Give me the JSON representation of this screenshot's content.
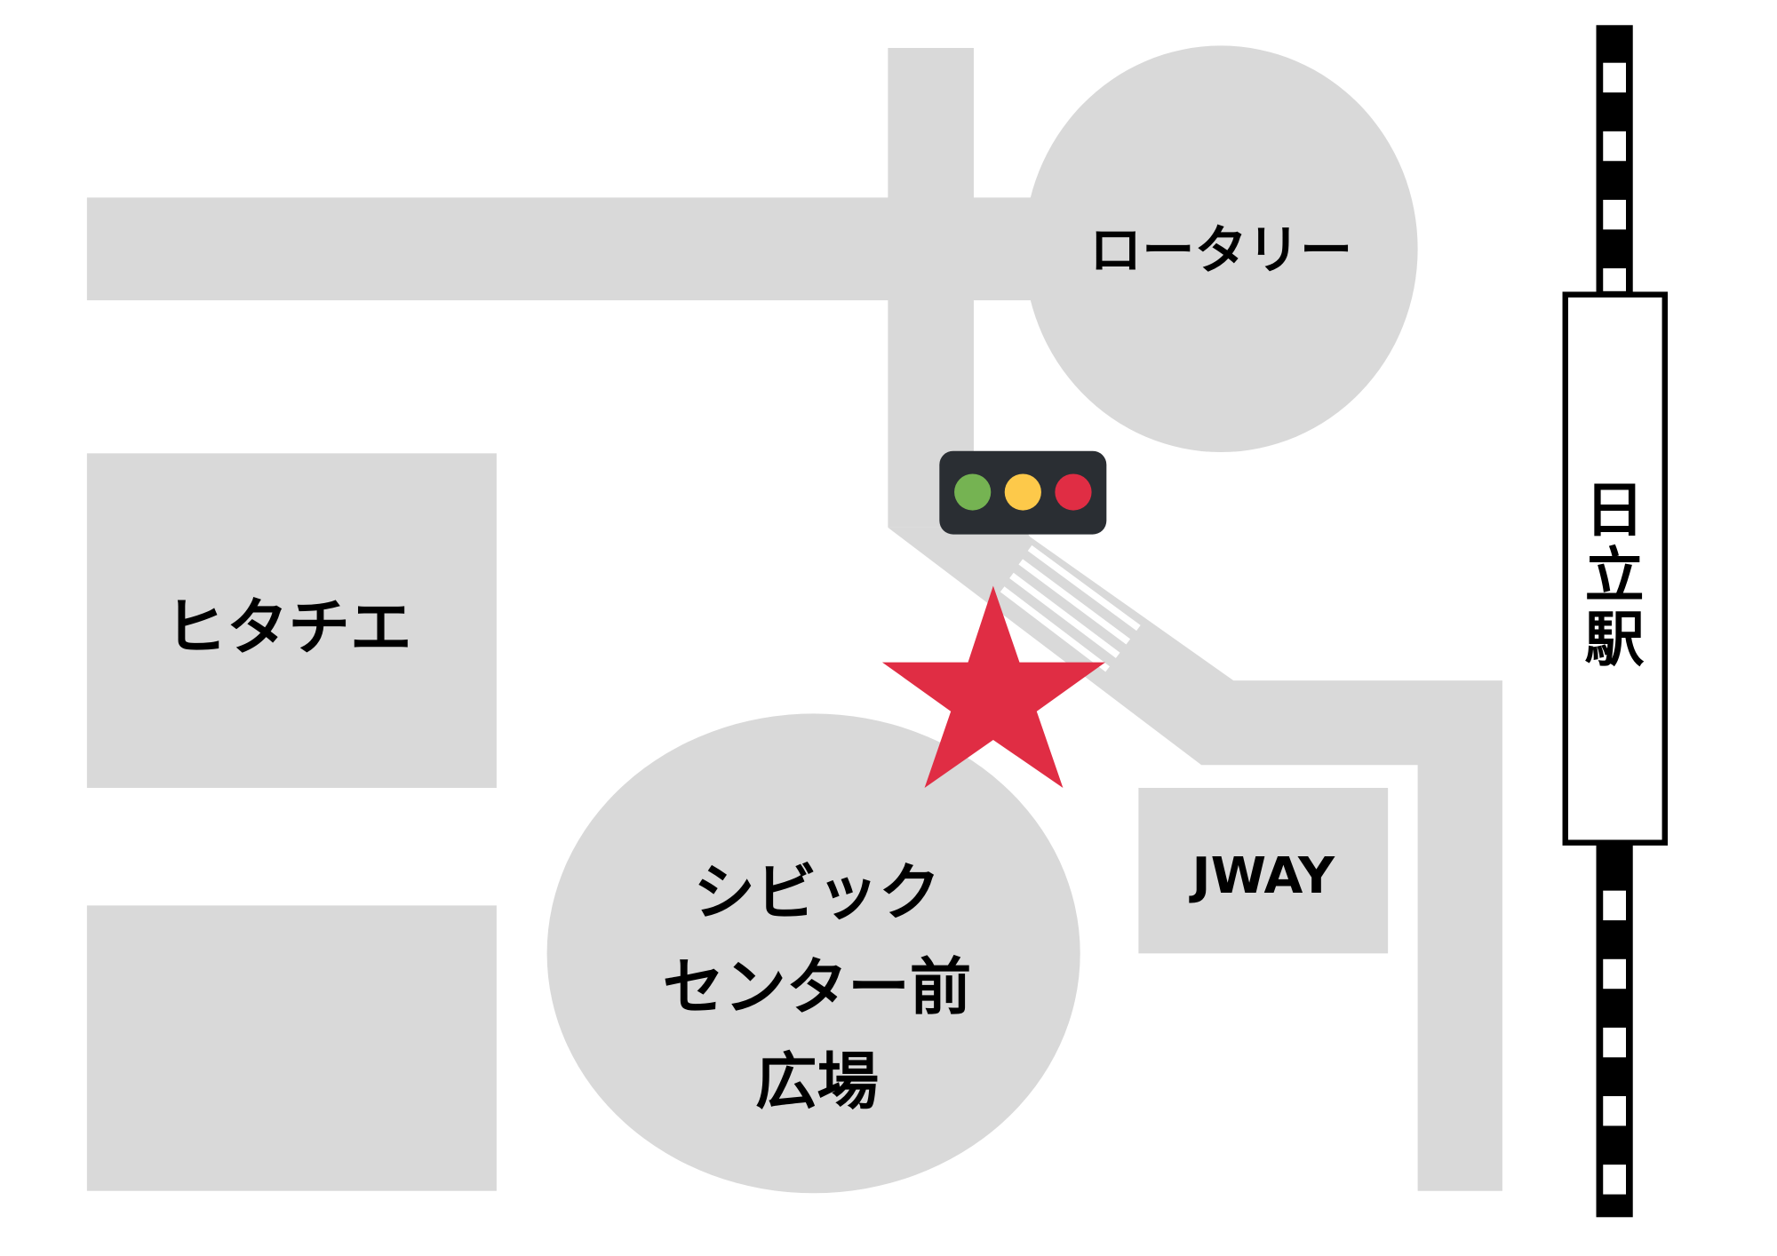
{
  "map": {
    "colors": {
      "road": "#d9d9d9",
      "background": "#ffffff",
      "star": "#e02d44",
      "signal_body": "#2a2e33",
      "signal_green": "#75b352",
      "signal_yellow": "#fdc94a",
      "signal_red": "#e02d44",
      "rail": "#000000"
    },
    "labels": {
      "rotary": "ロータリー",
      "hitachi_e": "ヒタチエ",
      "jway": "JWAY",
      "civic_line1": "シビック",
      "civic_line2": "センター前",
      "civic_line3": "広場",
      "station_1": "日",
      "station_2": "立",
      "station_3": "駅"
    }
  }
}
